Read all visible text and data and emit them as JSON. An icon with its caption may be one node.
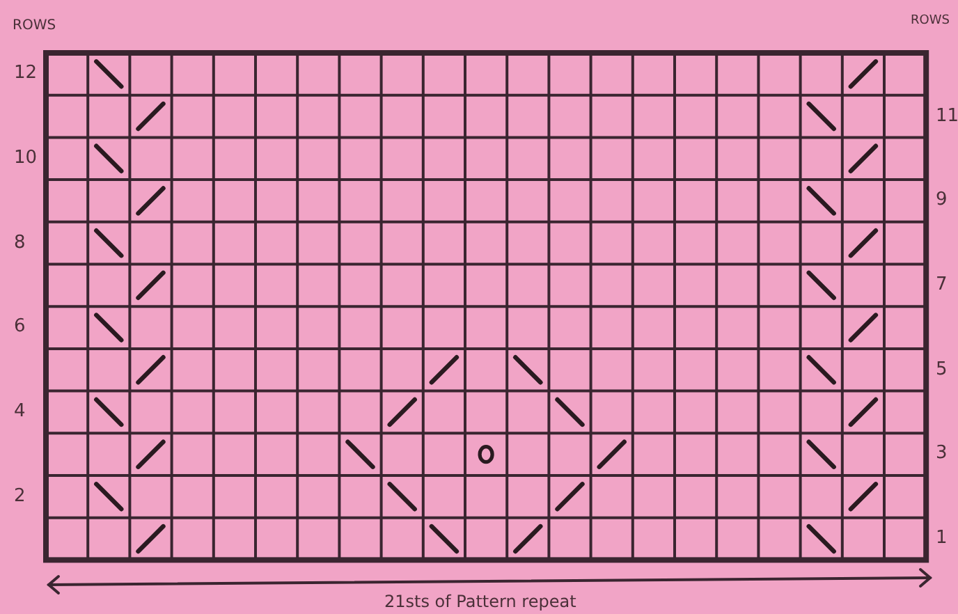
{
  "diagram": {
    "labels": [
      "ROWS",
      "ROWS",
      "12",
      "11",
      "10",
      "9",
      "8",
      "7",
      "6",
      "5",
      "4",
      "3",
      "2",
      "1",
      "21sts of Pattern repeat"
    ]
  }
}
